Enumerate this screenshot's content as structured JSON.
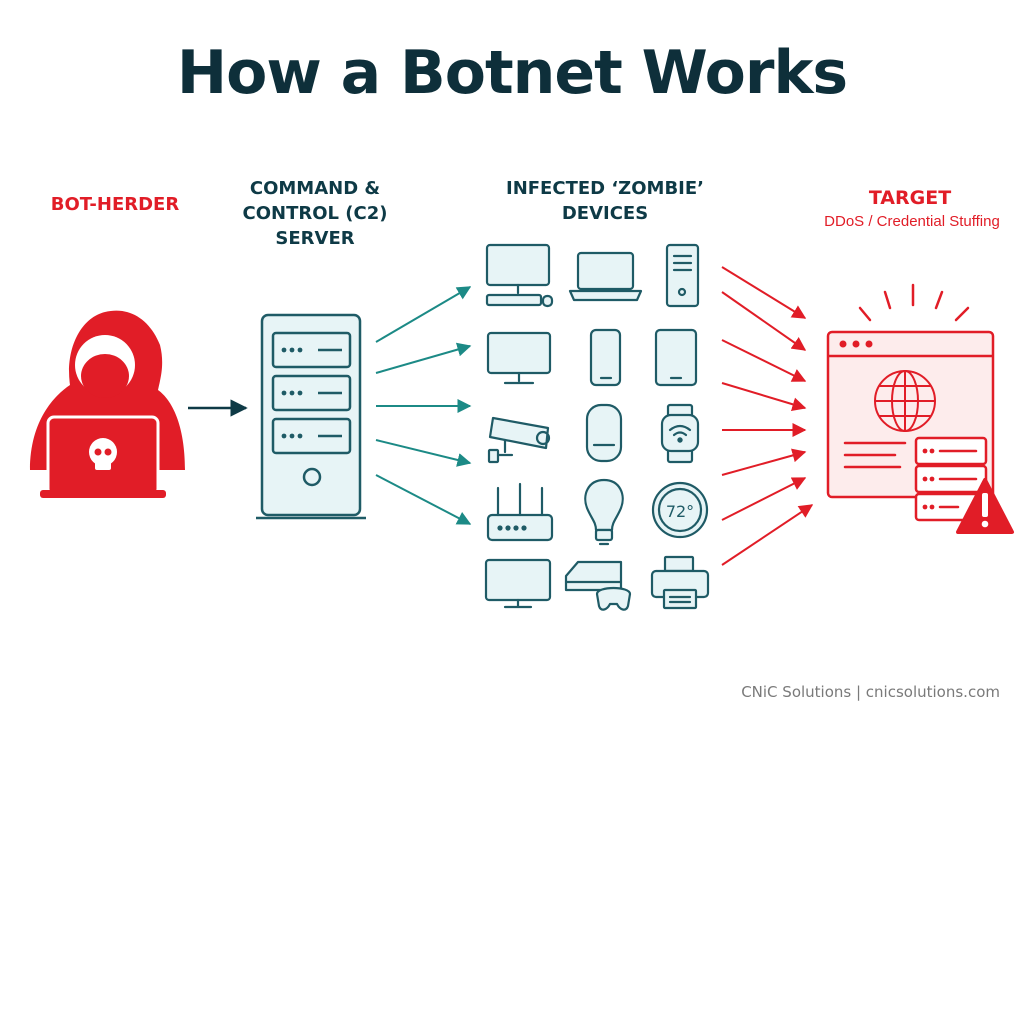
{
  "title": "How a Botnet Works",
  "labels": {
    "bot_herder": "BOT-HERDER",
    "c2_line1": "COMMAND &",
    "c2_line2": "CONTROL (C2)",
    "c2_line3": "SERVER",
    "zombie_line1": "INFECTED ‘ZOMBIE’",
    "zombie_line2": "DEVICES",
    "target": "TARGET",
    "target_sub": "DDoS / Credential Stuffing"
  },
  "thermostat_reading": "72°",
  "footer": "CNiC Solutions | cnicsolutions.com",
  "colors": {
    "attacker_red": "#e11d27",
    "server_teal": "#1f5b66",
    "arrow_teal": "#1c8a86",
    "fill_light": "#e7f4f6",
    "title_dark": "#0e2f3a"
  },
  "devices": [
    "desktop-computer-icon",
    "laptop-icon",
    "pc-tower-icon",
    "monitor-icon",
    "smartphone-icon",
    "tablet-icon",
    "security-camera-icon",
    "smart-speaker-icon",
    "smartwatch-icon",
    "router-icon",
    "smart-bulb-icon",
    "thermostat-icon",
    "smart-tv-icon",
    "game-console-icon",
    "printer-icon"
  ]
}
